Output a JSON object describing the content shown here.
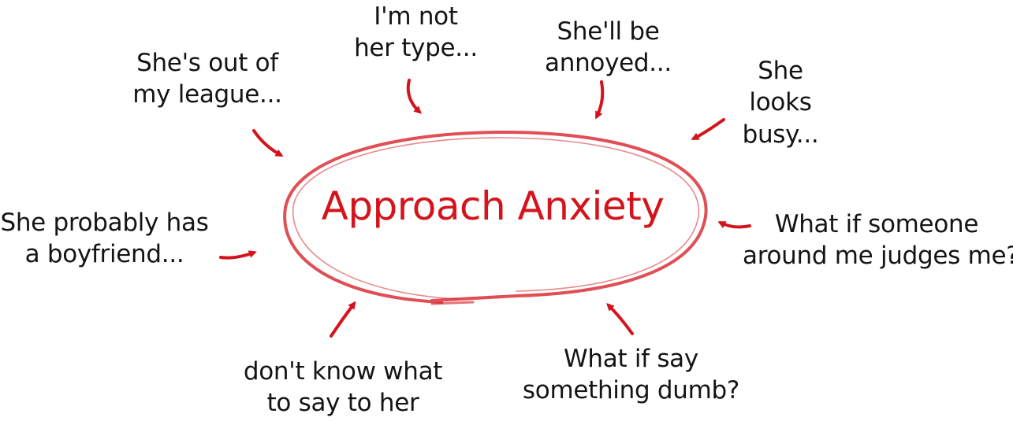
{
  "center": {
    "title": "Approach Anxiety"
  },
  "colors": {
    "accent": "#d4141c",
    "text": "#141414",
    "background": "#ffffff"
  },
  "thoughts": [
    {
      "id": "out-of-league",
      "lines": [
        "She's out of",
        "my league..."
      ]
    },
    {
      "id": "not-her-type",
      "lines": [
        "I'm not",
        "her type..."
      ]
    },
    {
      "id": "annoyed",
      "lines": [
        "She'll be",
        "annoyed..."
      ]
    },
    {
      "id": "looks-busy",
      "lines": [
        "She",
        "looks",
        "busy..."
      ]
    },
    {
      "id": "boyfriend",
      "lines": [
        "She probably has",
        "a boyfriend..."
      ]
    },
    {
      "id": "someone-judges",
      "lines": [
        "What if someone",
        "around me judges me?"
      ]
    },
    {
      "id": "dont-know-what-to-say",
      "lines": [
        "don't know what",
        "to say to her"
      ]
    },
    {
      "id": "say-something-dumb",
      "lines": [
        "What if say",
        "something dumb?"
      ]
    }
  ]
}
